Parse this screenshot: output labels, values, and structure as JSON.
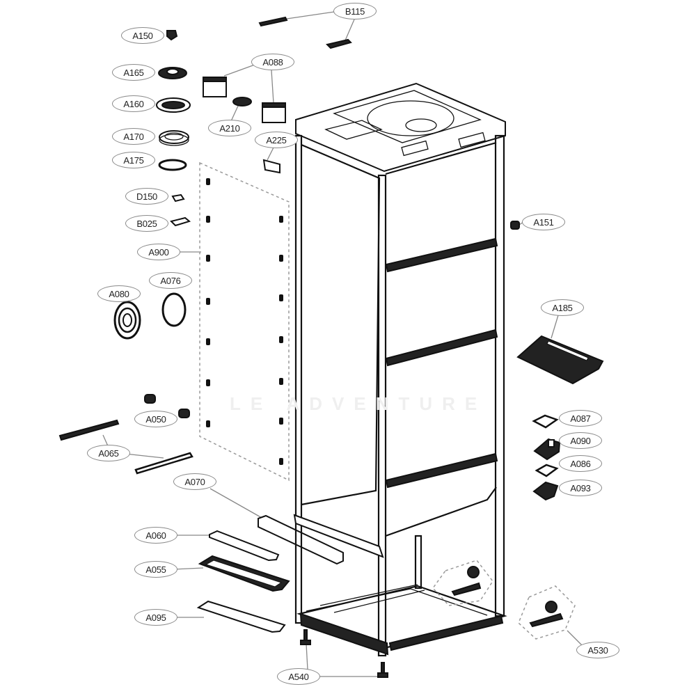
{
  "diagram": {
    "type": "exploded-parts-diagram",
    "subject": "refrigerator cabinet assembly",
    "watermark": "LE ADVENTURE",
    "callouts": [
      {
        "id": "B115",
        "label": "B115"
      },
      {
        "id": "A150",
        "label": "A150"
      },
      {
        "id": "A088",
        "label": "A088"
      },
      {
        "id": "A165",
        "label": "A165"
      },
      {
        "id": "A160",
        "label": "A160"
      },
      {
        "id": "A210",
        "label": "A210"
      },
      {
        "id": "A170",
        "label": "A170"
      },
      {
        "id": "A225",
        "label": "A225"
      },
      {
        "id": "A175",
        "label": "A175"
      },
      {
        "id": "D150",
        "label": "D150"
      },
      {
        "id": "B025",
        "label": "B025"
      },
      {
        "id": "A151",
        "label": "A151"
      },
      {
        "id": "A900",
        "label": "A900"
      },
      {
        "id": "A076",
        "label": "A076"
      },
      {
        "id": "A080",
        "label": "A080"
      },
      {
        "id": "A185",
        "label": "A185"
      },
      {
        "id": "A087",
        "label": "A087"
      },
      {
        "id": "A050",
        "label": "A050"
      },
      {
        "id": "A090",
        "label": "A090"
      },
      {
        "id": "A065",
        "label": "A065"
      },
      {
        "id": "A086",
        "label": "A086"
      },
      {
        "id": "A070",
        "label": "A070"
      },
      {
        "id": "A093",
        "label": "A093"
      },
      {
        "id": "A060",
        "label": "A060"
      },
      {
        "id": "A055",
        "label": "A055"
      },
      {
        "id": "A095",
        "label": "A095"
      },
      {
        "id": "A530",
        "label": "A530"
      },
      {
        "id": "A540",
        "label": "A540"
      }
    ]
  }
}
